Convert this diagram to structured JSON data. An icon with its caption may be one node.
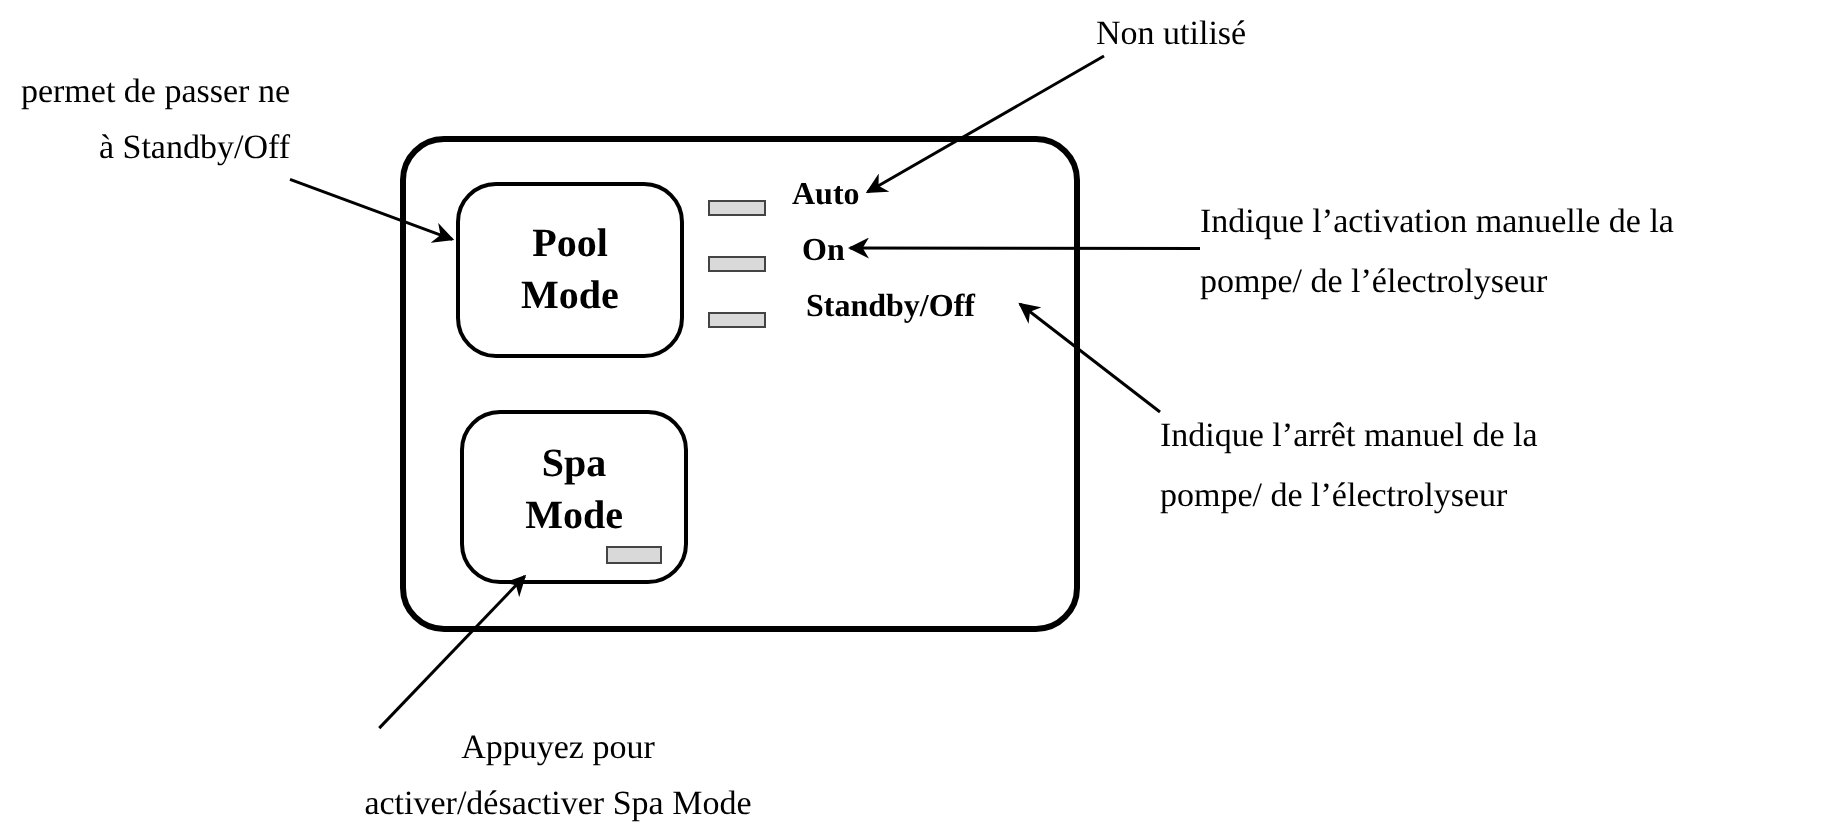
{
  "diagram": {
    "nodes": [
      {
        "text": [],
        "shape": "box"
      },
      {
        "text": [
          "Pool Mode"
        ],
        "in": 0
      },
      {
        "text": [
          "Spa Mode"
        ],
        "in": 0
      },
      {
        "text": [
          "Auto"
        ],
        "in": 0
      },
      {
        "text": [
          "On"
        ],
        "in": 0
      },
      {
        "text": [
          "Standby/Off"
        ],
        "in": 0
      },
      {
        "text": [
          "Non utilisé"
        ]
      },
      {
        "text": [
          "permet de passer ne à Standby/Off"
        ]
      },
      {
        "text": [
          "Indique l’activation manuelle de la pompe/ de l’électrolyseur"
        ]
      },
      {
        "text": [
          "Indique l’arrêt manuel de la pompe/ de l’électrolyseur"
        ]
      },
      {
        "text": [
          "Appuyez pour activer/désactiver Spa Mode"
        ]
      }
    ],
    "edges": [
      {
        "from": 7,
        "to": 1,
        "arrow": "to"
      },
      {
        "from": 6,
        "to": 3,
        "arrow": "to"
      },
      {
        "from": 8,
        "to": 4,
        "arrow": "to"
      },
      {
        "from": 9,
        "to": 5,
        "arrow": "to"
      },
      {
        "from": 10,
        "to": 2,
        "arrow": "to"
      }
    ]
  }
}
